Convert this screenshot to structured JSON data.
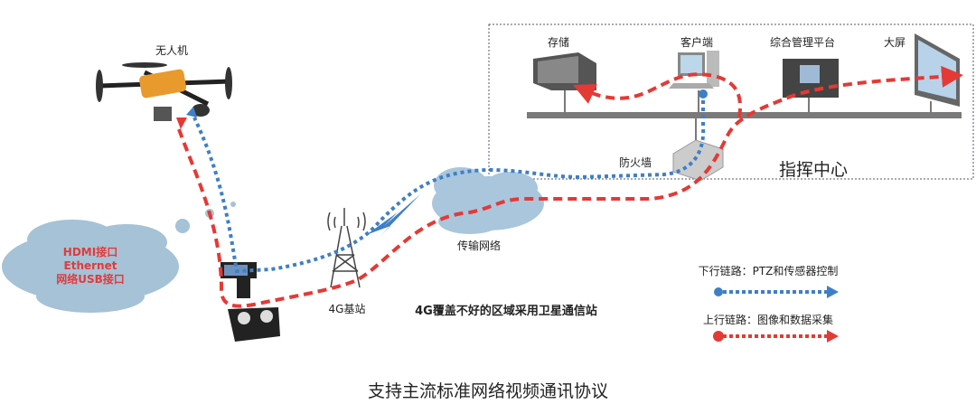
{
  "title": "支持主流标准网络视频通讯协议",
  "command_center": {
    "label": "指挥中心",
    "nodes": [
      "存储",
      "客户端",
      "综合管理平台",
      "大屏"
    ],
    "firewall": "防火墙"
  },
  "drone_label": "无人机",
  "interfaces": [
    "HDMI接口",
    "Ethernet",
    "网络USB接口"
  ],
  "tower_label": "4G基站",
  "network_label": "传输网络",
  "satellite_note": "4G覆盖不好的区域采用卫星通信站",
  "legend": {
    "downlink": "下行链路：PTZ和传感器控制",
    "uplink": "上行链路：图像和数据采集"
  },
  "colors": {
    "uplink": "#e53935",
    "downlink": "#3f7fc6",
    "cloud": "#a9c6dc",
    "bus": "#7a7a7a"
  }
}
